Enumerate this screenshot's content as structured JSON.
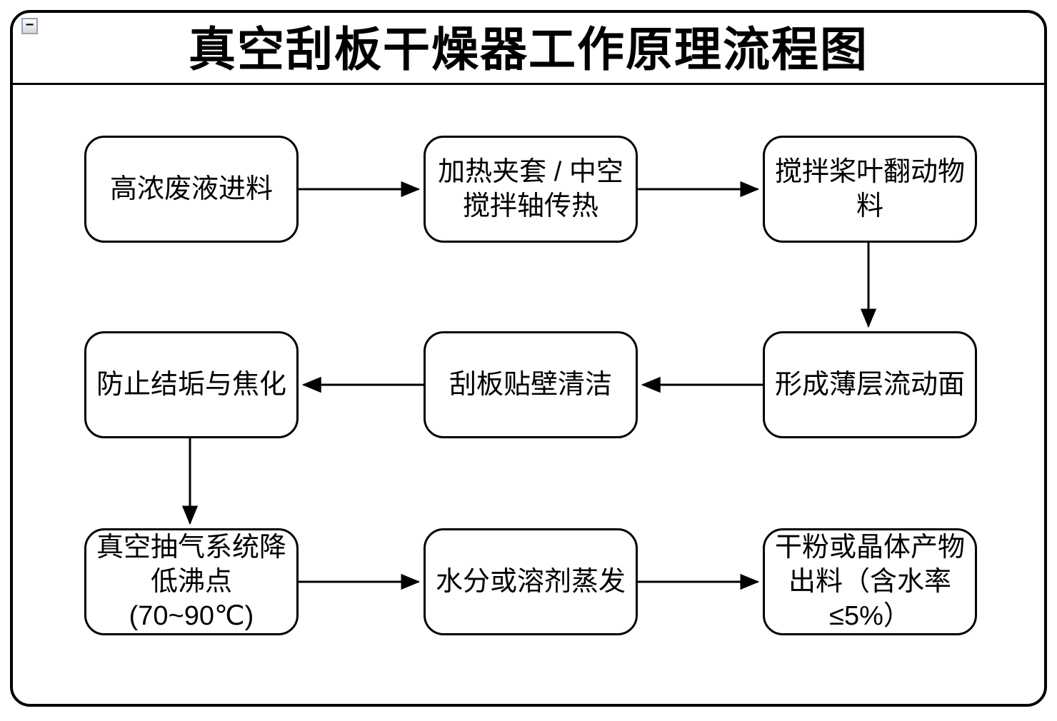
{
  "title": "真空刮板干燥器工作原理流程图",
  "frame": {
    "collapse_icon": "minus-icon",
    "collapse_glyph": "−"
  },
  "flowchart": {
    "nodes": [
      {
        "id": "feed",
        "label": "高浓废液进料"
      },
      {
        "id": "heating",
        "label": "加热夹套 / 中空\n搅拌轴传热"
      },
      {
        "id": "paddle",
        "label": "搅拌桨叶翻动物\n料"
      },
      {
        "id": "thinfilm",
        "label": "形成薄层流动面"
      },
      {
        "id": "scraper",
        "label": "刮板贴壁清洁"
      },
      {
        "id": "antifoul",
        "label": "防止结垢与焦化"
      },
      {
        "id": "vacuum",
        "label": "真空抽气系统降\n低沸点\n(70~90℃)"
      },
      {
        "id": "evap",
        "label": "水分或溶剂蒸发"
      },
      {
        "id": "output",
        "label": "干粉或晶体产物\n出料（含水率\n≤5%）"
      }
    ],
    "edges": [
      {
        "from": "feed",
        "to": "heating"
      },
      {
        "from": "heating",
        "to": "paddle"
      },
      {
        "from": "paddle",
        "to": "thinfilm"
      },
      {
        "from": "thinfilm",
        "to": "scraper"
      },
      {
        "from": "scraper",
        "to": "antifoul"
      },
      {
        "from": "antifoul",
        "to": "vacuum"
      },
      {
        "from": "vacuum",
        "to": "evap"
      },
      {
        "from": "evap",
        "to": "output"
      }
    ],
    "colors": {
      "stroke": "#000000",
      "fill": "#ffffff"
    }
  }
}
